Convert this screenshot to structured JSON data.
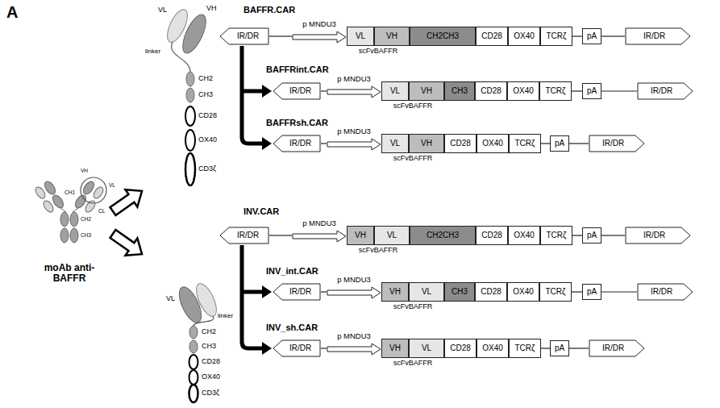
{
  "diagram": {
    "nodes": [
      {
        "text": [
          "IR/DR"
        ]
      },
      {
        "text": [
          "p MNDU3"
        ]
      },
      {
        "text": [
          "VL"
        ]
      },
      {
        "text": [
          "VH"
        ]
      },
      {
        "text": [
          "CH2CH3"
        ]
      },
      {
        "text": [
          "CD28"
        ]
      },
      {
        "text": [
          "OX40"
        ]
      },
      {
        "text": [
          "TCRζ"
        ]
      },
      {
        "text": [
          "pA"
        ]
      },
      {
        "text": [
          "IR/DR"
        ]
      },
      {
        "text": [
          "IR/DR"
        ]
      },
      {
        "text": [
          "p MNDU3"
        ]
      },
      {
        "text": [
          "VL"
        ]
      },
      {
        "text": [
          "VH"
        ]
      },
      {
        "text": [
          "CH3"
        ]
      },
      {
        "text": [
          "CD28"
        ]
      },
      {
        "text": [
          "OX40"
        ]
      },
      {
        "text": [
          "TCRζ"
        ]
      },
      {
        "text": [
          "pA"
        ]
      },
      {
        "text": [
          "IR/DR"
        ]
      },
      {
        "text": [
          "IR/DR"
        ]
      },
      {
        "text": [
          "p MNDU3"
        ]
      },
      {
        "text": [
          "VL"
        ]
      },
      {
        "text": [
          "VH"
        ]
      },
      {
        "text": [
          "CD28"
        ]
      },
      {
        "text": [
          "OX40"
        ]
      },
      {
        "text": [
          "TCRζ"
        ]
      },
      {
        "text": [
          "pA"
        ]
      },
      {
        "text": [
          "IR/DR"
        ]
      },
      {
        "text": [
          "IR/DR"
        ]
      },
      {
        "text": [
          "p MNDU3"
        ]
      },
      {
        "text": [
          "VH"
        ]
      },
      {
        "text": [
          "VL"
        ]
      },
      {
        "text": [
          "CH2CH3"
        ]
      },
      {
        "text": [
          "CD28"
        ]
      },
      {
        "text": [
          "OX40"
        ]
      },
      {
        "text": [
          "TCRζ"
        ]
      },
      {
        "text": [
          "pA"
        ]
      },
      {
        "text": [
          "IR/DR"
        ]
      },
      {
        "text": [
          "IR/DR"
        ]
      },
      {
        "text": [
          "p MNDU3"
        ]
      },
      {
        "text": [
          "VH"
        ]
      },
      {
        "text": [
          "VL"
        ]
      },
      {
        "text": [
          "CH3"
        ]
      },
      {
        "text": [
          "CD28"
        ]
      },
      {
        "text": [
          "OX40"
        ]
      },
      {
        "text": [
          "TCRζ"
        ]
      },
      {
        "text": [
          "pA"
        ]
      },
      {
        "text": [
          "IR/DR"
        ]
      },
      {
        "text": [
          "IR/DR"
        ]
      },
      {
        "text": [
          "p MNDU3"
        ]
      },
      {
        "text": [
          "VH"
        ]
      },
      {
        "text": [
          "VL"
        ]
      },
      {
        "text": [
          "CD28"
        ]
      },
      {
        "text": [
          "OX40"
        ]
      },
      {
        "text": [
          "TCRζ"
        ]
      },
      {
        "text": [
          "pA"
        ]
      },
      {
        "text": [
          "IR/DR"
        ]
      }
    ],
    "edges": [
      {
        "from": 0,
        "to": 1,
        "arrow": "none"
      },
      {
        "from": 7,
        "to": 8,
        "arrow": "none"
      },
      {
        "from": 8,
        "to": 9,
        "arrow": "none"
      },
      {
        "from": 10,
        "to": 11,
        "arrow": "none"
      },
      {
        "from": 17,
        "to": 18,
        "arrow": "none"
      },
      {
        "from": 18,
        "to": 19,
        "arrow": "none"
      },
      {
        "from": 20,
        "to": 21,
        "arrow": "none"
      },
      {
        "from": 26,
        "to": 27,
        "arrow": "none"
      },
      {
        "from": 27,
        "to": 28,
        "arrow": "none"
      },
      {
        "from": 29,
        "to": 30,
        "arrow": "none"
      },
      {
        "from": 36,
        "to": 37,
        "arrow": "none"
      },
      {
        "from": 37,
        "to": 38,
        "arrow": "none"
      },
      {
        "from": 39,
        "to": 40,
        "arrow": "none"
      },
      {
        "from": 46,
        "to": 47,
        "arrow": "none"
      },
      {
        "from": 47,
        "to": 48,
        "arrow": "none"
      },
      {
        "from": 49,
        "to": 50,
        "arrow": "none"
      },
      {
        "from": 55,
        "to": 56,
        "arrow": "none"
      },
      {
        "from": 56,
        "to": 57,
        "arrow": "none"
      }
    ],
    "labels": [
      "A",
      "BAFFR.CAR",
      "scFvBAFFR",
      "BAFFRint.CAR",
      "scFvBAFFR",
      "BAFFRsh.CAR",
      "scFvBAFFR",
      "INV.CAR",
      "scFvBAFFR",
      "INV_int.CAR",
      "scFvBAFFR",
      "INV_sh.CAR",
      "scFvBAFFR",
      "moAb anti-BAFFR",
      "VH",
      "VL",
      "CH1",
      "CL",
      "CH2",
      "CH3",
      "VL",
      "VH",
      "linker",
      "CH2",
      "CH3",
      "CD28",
      "OX40",
      "CD3ζ",
      "VL",
      "linker",
      "CH2",
      "CH3",
      "CD28",
      "OX40",
      "CD3ζ"
    ]
  }
}
